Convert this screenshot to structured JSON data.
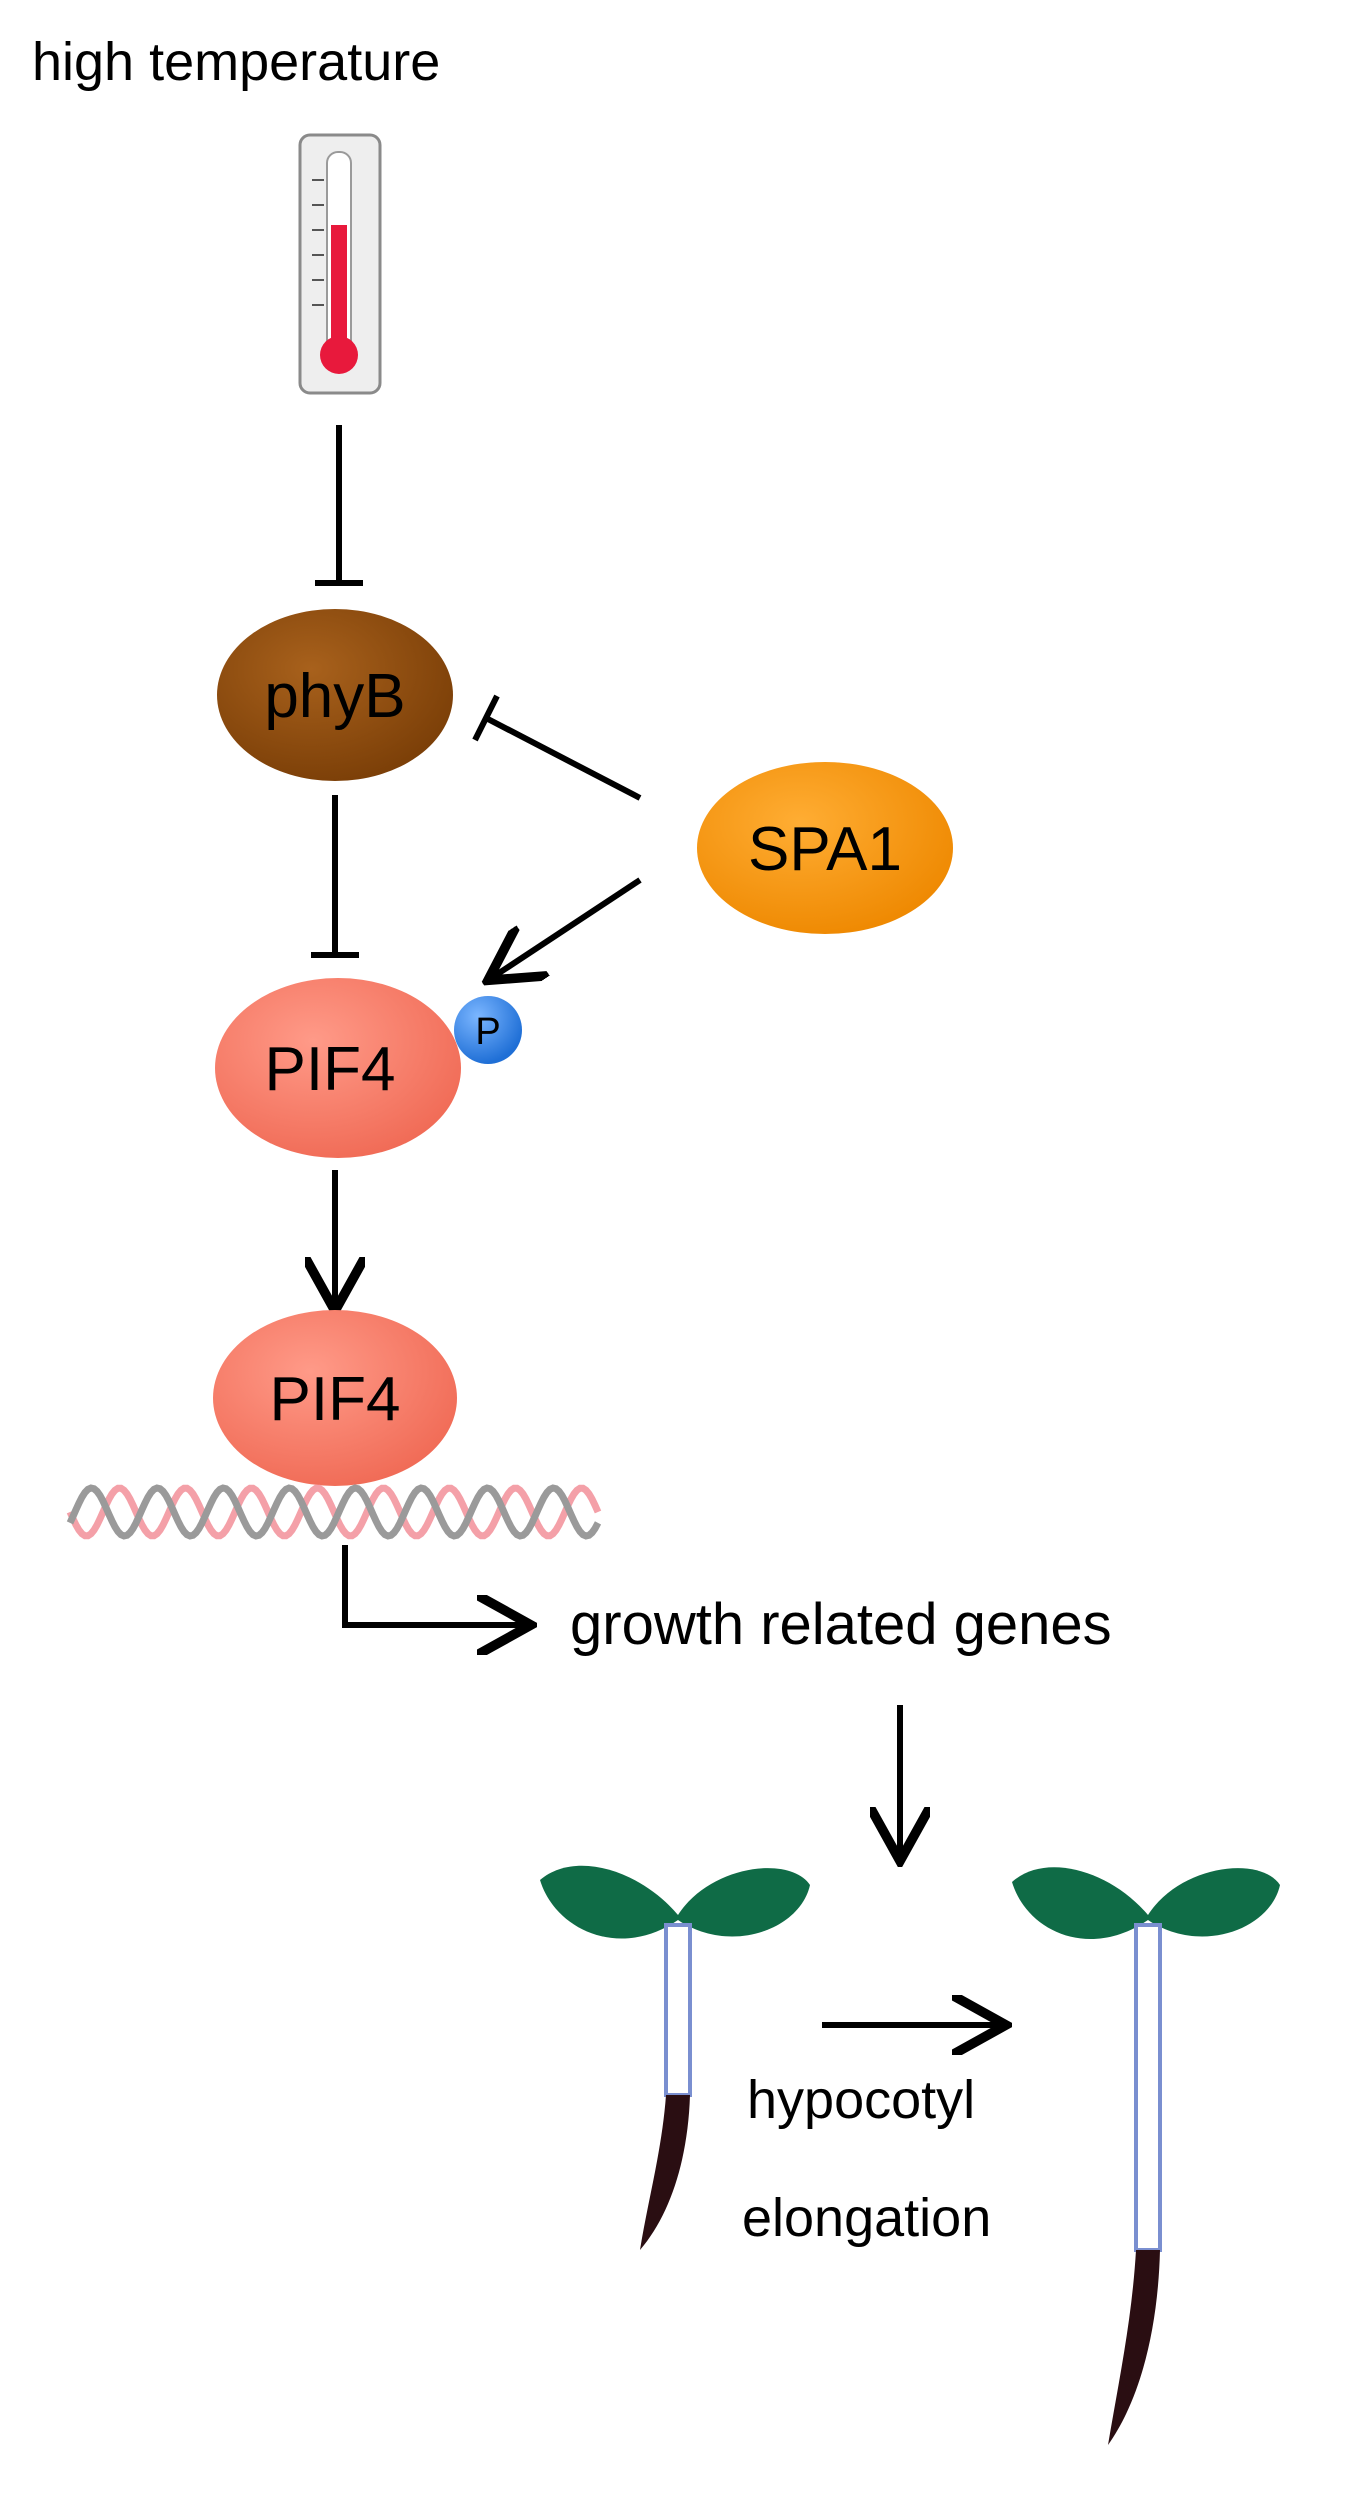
{
  "stimulus": {
    "label": "high temperature"
  },
  "nodes": {
    "phyB": {
      "label": "phyB",
      "color": "#8B4A0B"
    },
    "spa1": {
      "label": "SPA1",
      "color": "#F7930A"
    },
    "pif4_phospho": {
      "label": "PIF4",
      "color": "#F77763"
    },
    "phospho_tag": {
      "label": "P",
      "color": "#2F7FE0"
    },
    "pif4_dna": {
      "label": "PIF4",
      "color": "#F77763"
    }
  },
  "dna": {
    "strand_colors": [
      "#F4A0A8",
      "#9A9A9A"
    ]
  },
  "genes": {
    "label": "growth related genes"
  },
  "outcome": {
    "line1": "hypocotyl",
    "line2": "elongation"
  },
  "seedling": {
    "cotyledon_color": "#0F6B46",
    "hypocotyl_color": "#7A8FD0",
    "root_color": "#2A0E12"
  },
  "thermometer": {
    "level_color": "#E8193C"
  }
}
